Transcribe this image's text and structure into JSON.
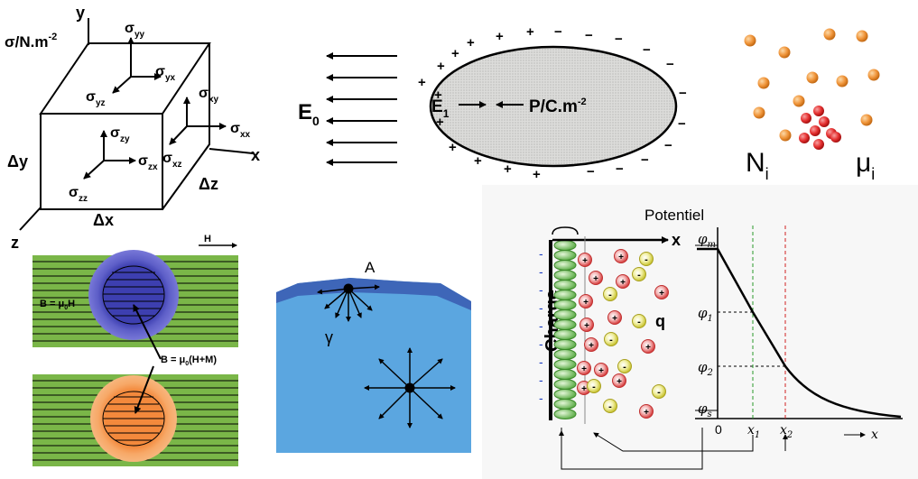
{
  "stress_panel": {
    "unit": "σ/N.m",
    "unit_exp": "-2",
    "axis_x": "x",
    "axis_y": "y",
    "axis_z": "z",
    "dx": "Δx",
    "dy": "Δy",
    "dz": "Δz",
    "components": [
      {
        "base": "σ",
        "sub": "yy"
      },
      {
        "base": "σ",
        "sub": "yx"
      },
      {
        "base": "σ",
        "sub": "yz"
      },
      {
        "base": "σ",
        "sub": "xy"
      },
      {
        "base": "σ",
        "sub": "zy"
      },
      {
        "base": "σ",
        "sub": "xx"
      },
      {
        "base": "σ",
        "sub": "zx"
      },
      {
        "base": "σ",
        "sub": "xz"
      },
      {
        "base": "σ",
        "sub": "zz"
      }
    ]
  },
  "dielectric_panel": {
    "e0": "E",
    "e0_sub": "0",
    "e1": "E",
    "e1_sub": "1",
    "polarization": "P/C.m",
    "polarization_exp": "-2",
    "plus": "+",
    "minus": "−"
  },
  "particles_panel": {
    "n_label": "N",
    "n_sub": "i",
    "mu_label": "μ",
    "mu_sub": "i"
  },
  "magnetic_panel": {
    "h_label": "H",
    "b_outside": "B = μ",
    "b_outside_sub": "0",
    "b_outside_tail": "H",
    "b_inside": "B = μ",
    "b_inside_sub": "0",
    "b_inside_tail": "(H+M)"
  },
  "surface_panel": {
    "point_label": "A",
    "gamma_label": "γ"
  },
  "double_layer_panel": {
    "axis_x": "x",
    "charge_label": "Charge",
    "q_label": "q",
    "potential_label": "Potentiel",
    "phi_m": "φ",
    "phi_m_sub": "m",
    "phi_1": "φ",
    "phi_1_sub": "1",
    "phi_2": "φ",
    "phi_2_sub": "2",
    "phi_s": "φ",
    "phi_s_sub": "s",
    "origin": "0",
    "x1": "x",
    "x1_sub": "1",
    "x2": "x",
    "x2_sub": "2",
    "x_axis": "x",
    "ion_plus": "+",
    "ion_minus": "-",
    "surface_minus": "-"
  }
}
